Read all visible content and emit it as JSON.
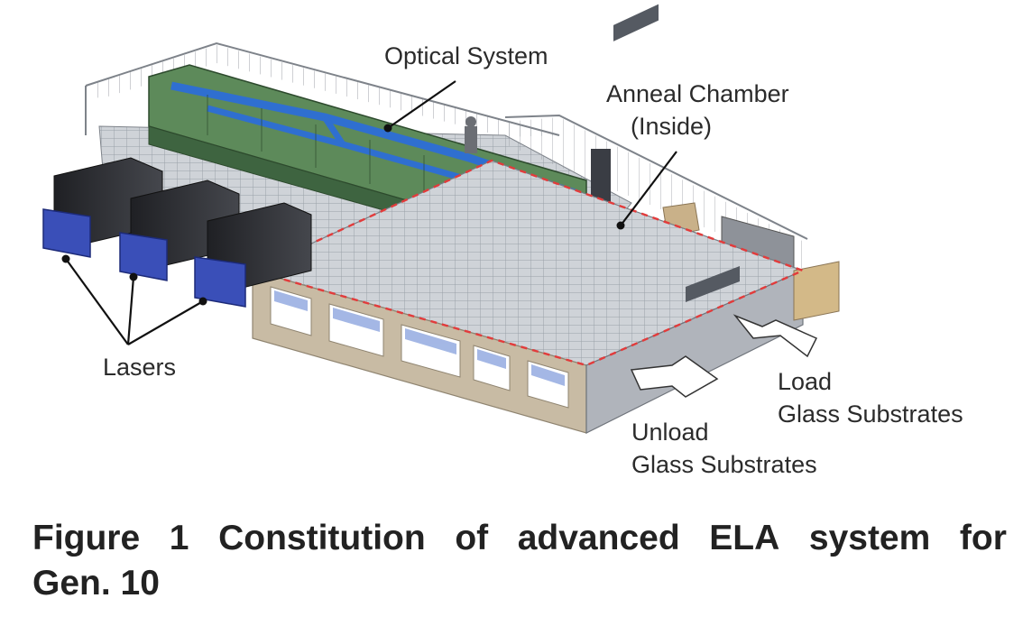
{
  "labels": {
    "optical_system": "Optical System",
    "anneal_chamber_line1": "Anneal Chamber",
    "anneal_chamber_line2": "(Inside)",
    "lasers": "Lasers",
    "load_line1": "Load",
    "load_line2": "Glass Substrates",
    "unload_line1": "Unload",
    "unload_line2": "Glass Substrates"
  },
  "caption": {
    "words_line1": [
      "Figure",
      "1",
      "Constitution",
      "of",
      "advanced",
      "ELA",
      "system",
      "for"
    ],
    "line2": "Gen. 10"
  },
  "colors": {
    "platform_frame": "#c8bba4",
    "grid_deck": "#c9cdd3",
    "optical_housing_green": "#5d8a5a",
    "beam_duct_blue": "#2f6fd0",
    "laser_cabinet": "#2e2f33",
    "laser_rack_blue": "#3a4fb8",
    "chamber_outline_red": "#e23b3b",
    "annotation_line": "#111111"
  }
}
